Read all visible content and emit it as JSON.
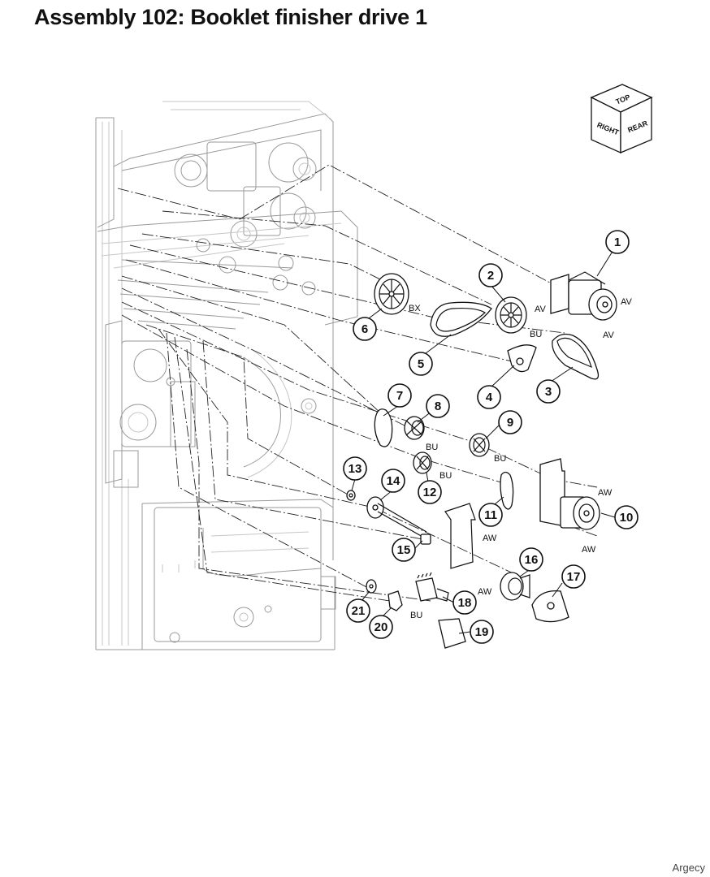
{
  "title": "Assembly 102: Booklet finisher drive 1",
  "watermark": "Argecy",
  "orientation_cube": {
    "top": "TOP",
    "right": "RIGHT",
    "rear": "REAR"
  },
  "callouts": [
    "1",
    "2",
    "3",
    "4",
    "5",
    "6",
    "7",
    "8",
    "9",
    "10",
    "11",
    "12",
    "13",
    "14",
    "15",
    "16",
    "17",
    "18",
    "19",
    "20",
    "21"
  ],
  "fastener_codes": {
    "av1": "AV",
    "av2": "AV",
    "av3": "AV",
    "bx": "BX",
    "bu1": "BU",
    "bu2": "BU",
    "bu3": "BU",
    "bu4": "BU",
    "bu5": "BU",
    "aw1": "AW",
    "aw2": "AW",
    "aw3": "AW",
    "aw4": "AW"
  }
}
